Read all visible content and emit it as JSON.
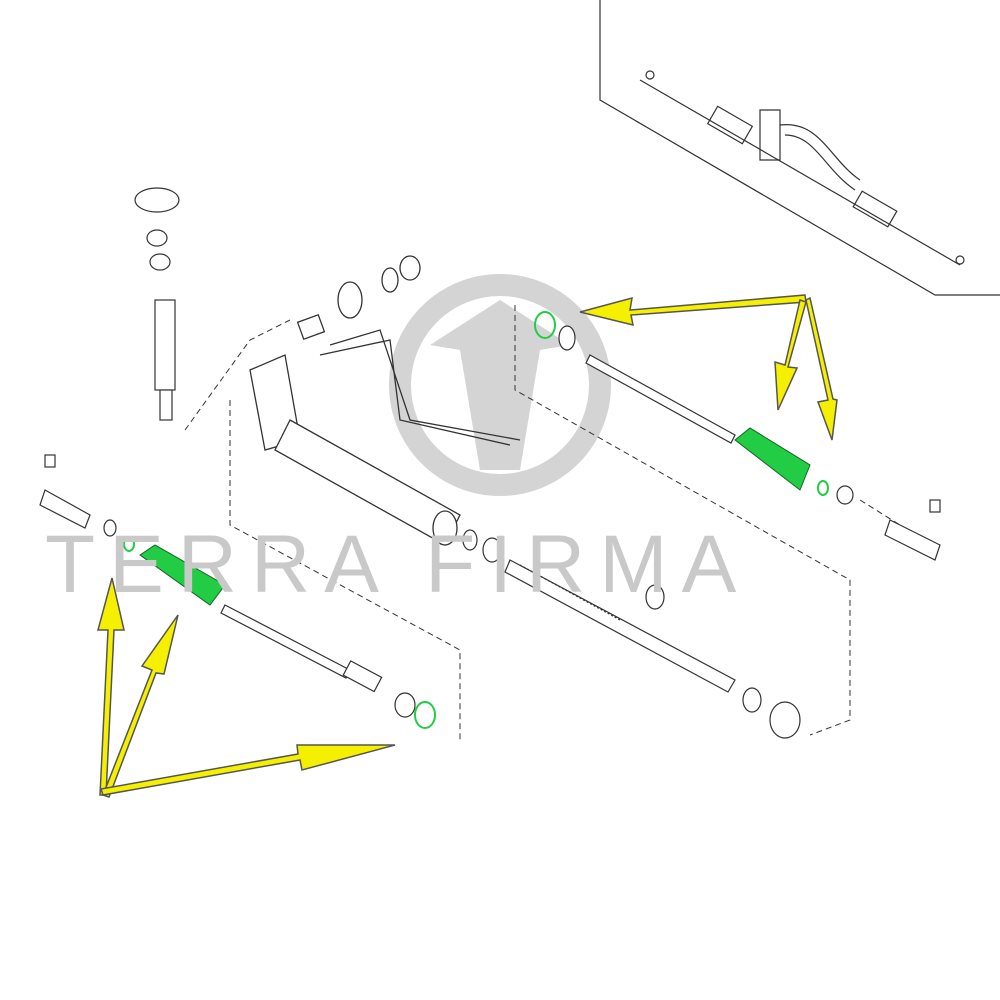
{
  "watermark": {
    "text": "TERRA FIRMA",
    "color": "#c9c9c9"
  },
  "colors": {
    "highlight": "#22cc44",
    "arrow": "#f5f000",
    "arrow_shadow": "#555555",
    "line": "#333333"
  },
  "highlighted_parts": [
    "boot-left",
    "boot-right",
    "boot-clamp-left-outer",
    "boot-clamp-left-inner",
    "boot-clamp-right-outer",
    "boot-clamp-right-inner"
  ]
}
